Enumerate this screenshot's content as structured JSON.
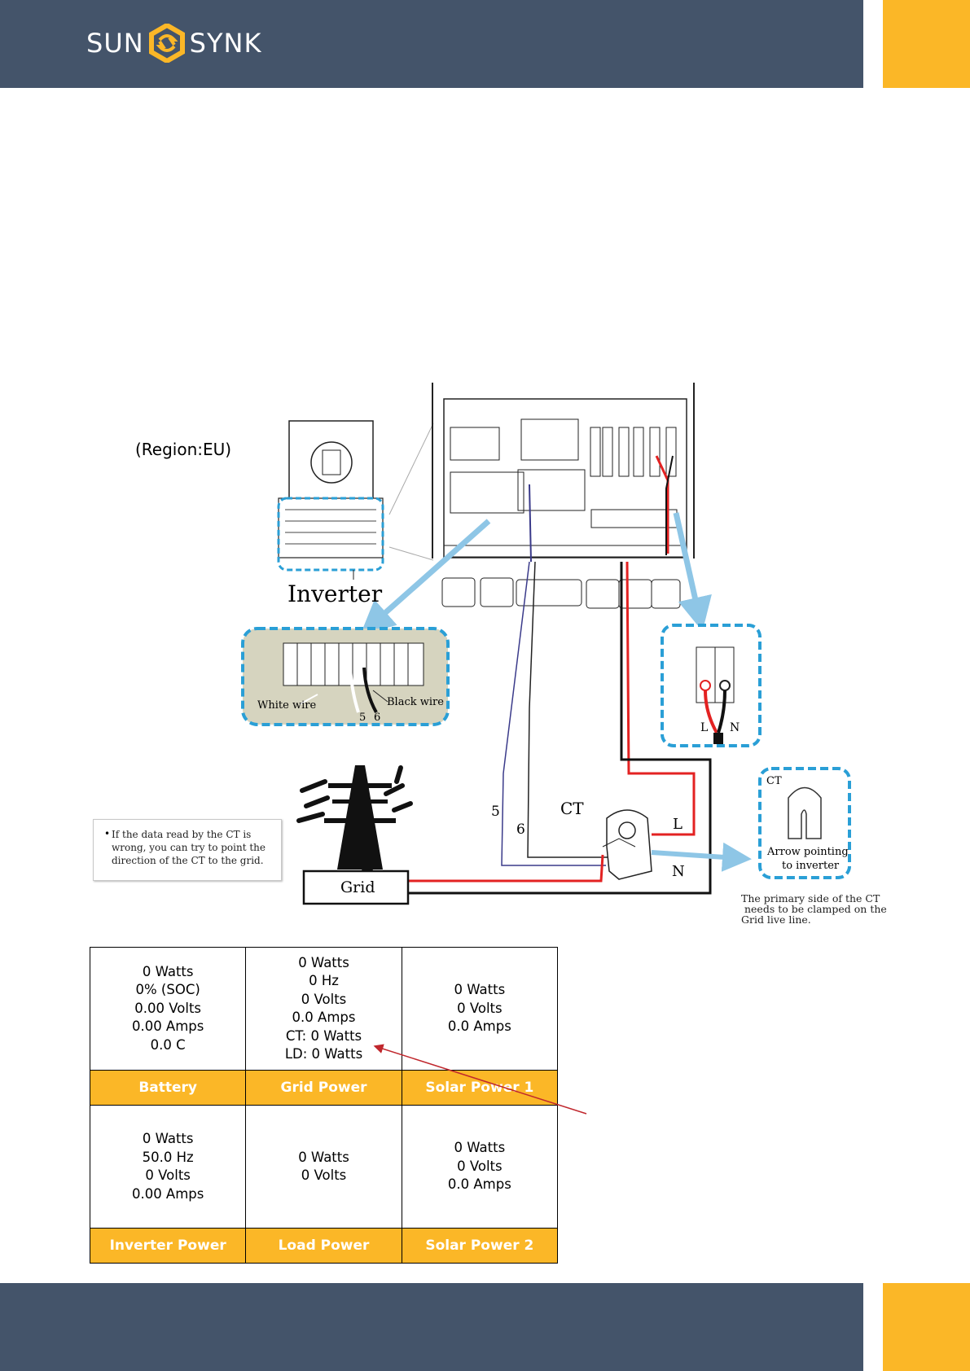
{
  "brand": {
    "left_text": "SUN",
    "right_text": "SYNK",
    "logo_icon": "sunsynk-swirl-icon",
    "header_color": "#44546a",
    "accent_color": "#fbb727"
  },
  "diagram": {
    "region_label": "(Region:EU)",
    "inverter_label": "Inverter",
    "white_wire_label": "White wire",
    "black_wire_label": "Black wire",
    "terminal_5": "5",
    "terminal_6": "6",
    "wire_5": "5",
    "wire_6": "6",
    "ct_label": "CT",
    "live_label": "L",
    "neutral_label": "N",
    "grid_label": "Grid",
    "breaker_l": "L",
    "breaker_n": "N",
    "ct_inset_label": "CT",
    "ct_arrow_line1": "Arrow pointing",
    "ct_arrow_line2": "to inverter",
    "note_text": "If the data read by the CT is wrong, you can try to point the direction of the CT to the grid.",
    "primary_note_line1": "The primary side of the CT",
    "primary_note_line2": " needs to be clamped on the",
    "primary_note_line3": "Grid live line.",
    "arrow_color": "#8ec6e6",
    "live_wire_color": "#e32222",
    "ct_wire_color": "#3a3a8a"
  },
  "table": {
    "battery": {
      "label": "Battery",
      "lines": [
        "0 Watts",
        "0% (SOC)",
        "0.00 Volts",
        "0.00 Amps",
        "0.0 C"
      ]
    },
    "grid_power": {
      "label": "Grid Power",
      "lines": [
        "0 Watts",
        "0 Hz",
        "0 Volts",
        "0.0 Amps",
        "CT: 0 Watts",
        "LD: 0 Watts"
      ]
    },
    "solar_power_1": {
      "label": "Solar Power 1",
      "lines": [
        "0 Watts",
        "0 Volts",
        "0.0 Amps"
      ]
    },
    "inverter_power": {
      "label": "Inverter Power",
      "lines": [
        "0 Watts",
        "50.0 Hz",
        "0 Volts",
        "0.00 Amps"
      ]
    },
    "load_power": {
      "label": "Load Power",
      "lines": [
        "0 Watts",
        "0 Volts"
      ]
    },
    "solar_power_2": {
      "label": "Solar Power 2",
      "lines": [
        "0 Watts",
        "0 Volts",
        "0.0 Amps"
      ]
    }
  }
}
